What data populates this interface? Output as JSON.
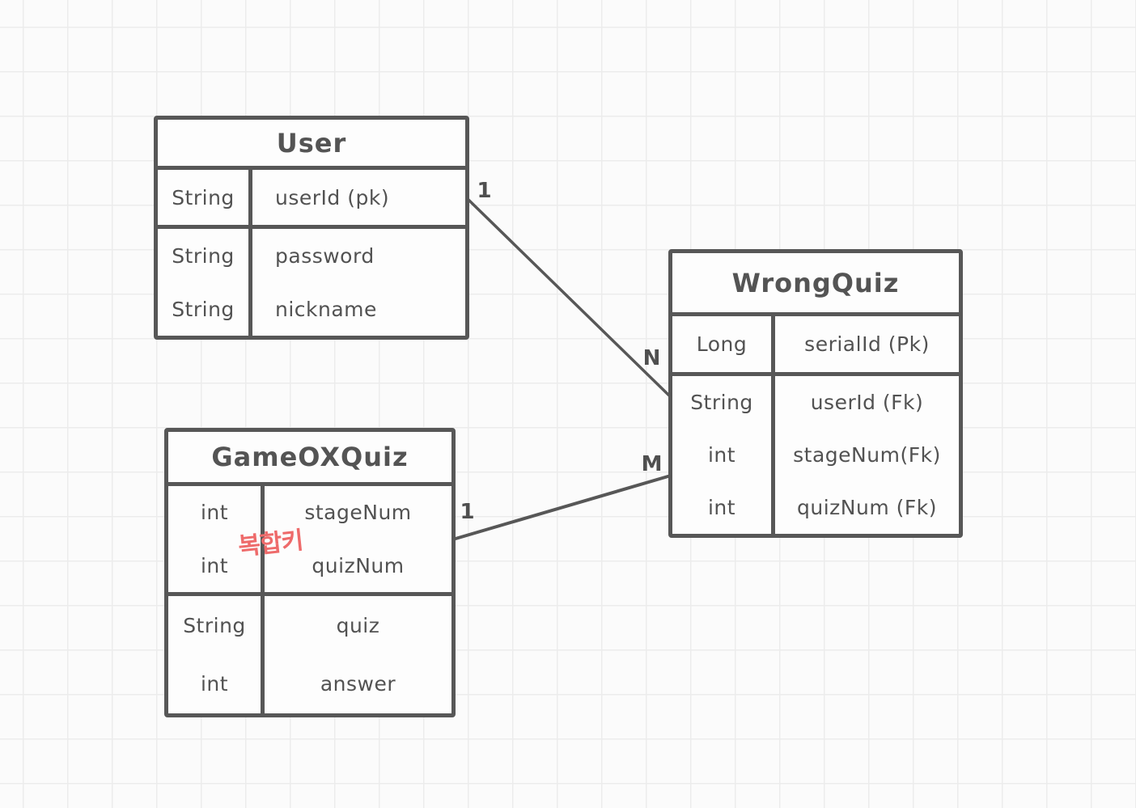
{
  "diagram": {
    "background_color": "#fbfbfb",
    "grid_color": "#ececec",
    "stroke_color": "#575757",
    "annotation_color": "#ee6b6b"
  },
  "entities": [
    {
      "title": "User",
      "sections": [
        {
          "rows": [
            {
              "type": "String",
              "field": "userId (pk)"
            }
          ]
        },
        {
          "rows": [
            {
              "type": "String",
              "field": "password"
            },
            {
              "type": "String",
              "field": "nickname"
            }
          ]
        }
      ]
    },
    {
      "title": "WrongQuiz",
      "sections": [
        {
          "rows": [
            {
              "type": "Long",
              "field": "serialId (Pk)"
            }
          ]
        },
        {
          "rows": [
            {
              "type": "String",
              "field": "userId (Fk)"
            },
            {
              "type": "int",
              "field": "stageNum(Fk)"
            },
            {
              "type": "int",
              "field": "quizNum (Fk)"
            }
          ]
        }
      ]
    },
    {
      "title": "GameOXQuiz",
      "sections": [
        {
          "rows": [
            {
              "type": "int",
              "field": "stageNum"
            },
            {
              "type": "int",
              "field": "quizNum"
            }
          ]
        },
        {
          "rows": [
            {
              "type": "String",
              "field": "quiz"
            },
            {
              "type": "int",
              "field": "answer"
            }
          ]
        }
      ]
    }
  ],
  "relations": [
    {
      "from": "User",
      "to": "WrongQuiz",
      "from_label": "1",
      "to_label": "N"
    },
    {
      "from": "GameOXQuiz",
      "to": "WrongQuiz",
      "from_label": "1",
      "to_label": "M"
    }
  ],
  "annotation": {
    "text": "복합키"
  }
}
